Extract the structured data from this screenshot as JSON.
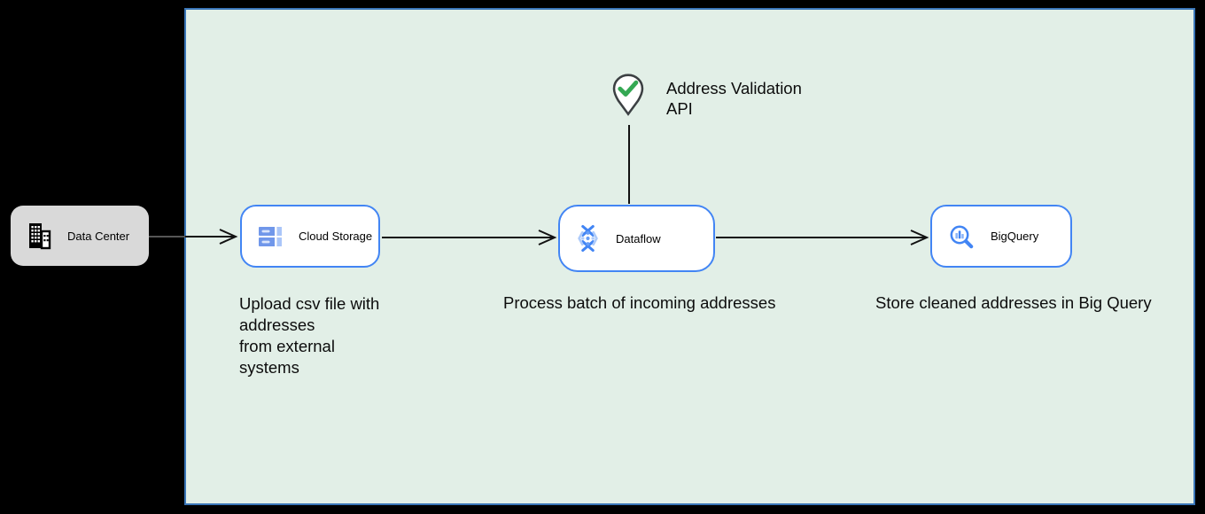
{
  "diagram": {
    "kind": "cloud-architecture-flow",
    "colors": {
      "canvas_bg": "#000000",
      "board_fill": "#e2efe7",
      "board_border": "#3a76b8",
      "node_border": "#4285f4",
      "datacenter_fill": "#d9d9d9",
      "arrow": "#111111",
      "check_green": "#34a853",
      "icon_blue": "#4285f4",
      "icon_blue_light": "#8ab4f8"
    }
  },
  "nodes": {
    "data_center": {
      "label": "Data Center",
      "icon": "building-icon"
    },
    "cloud_storage": {
      "label": "Cloud Storage",
      "icon": "storage-buckets-icon"
    },
    "dataflow": {
      "label": "Dataflow",
      "icon": "dataflow-helix-icon"
    },
    "bigquery": {
      "label": "BigQuery",
      "icon": "magnifier-chart-icon"
    }
  },
  "annotations": {
    "address_validation": {
      "label": "Address Validation\nAPI",
      "icon": "map-pin-check-icon"
    }
  },
  "captions": {
    "upload": "Upload csv file with\naddresses\nfrom external\nsystems",
    "process": "Process batch of incoming addresses",
    "store": "Store cleaned addresses in Big Query"
  }
}
